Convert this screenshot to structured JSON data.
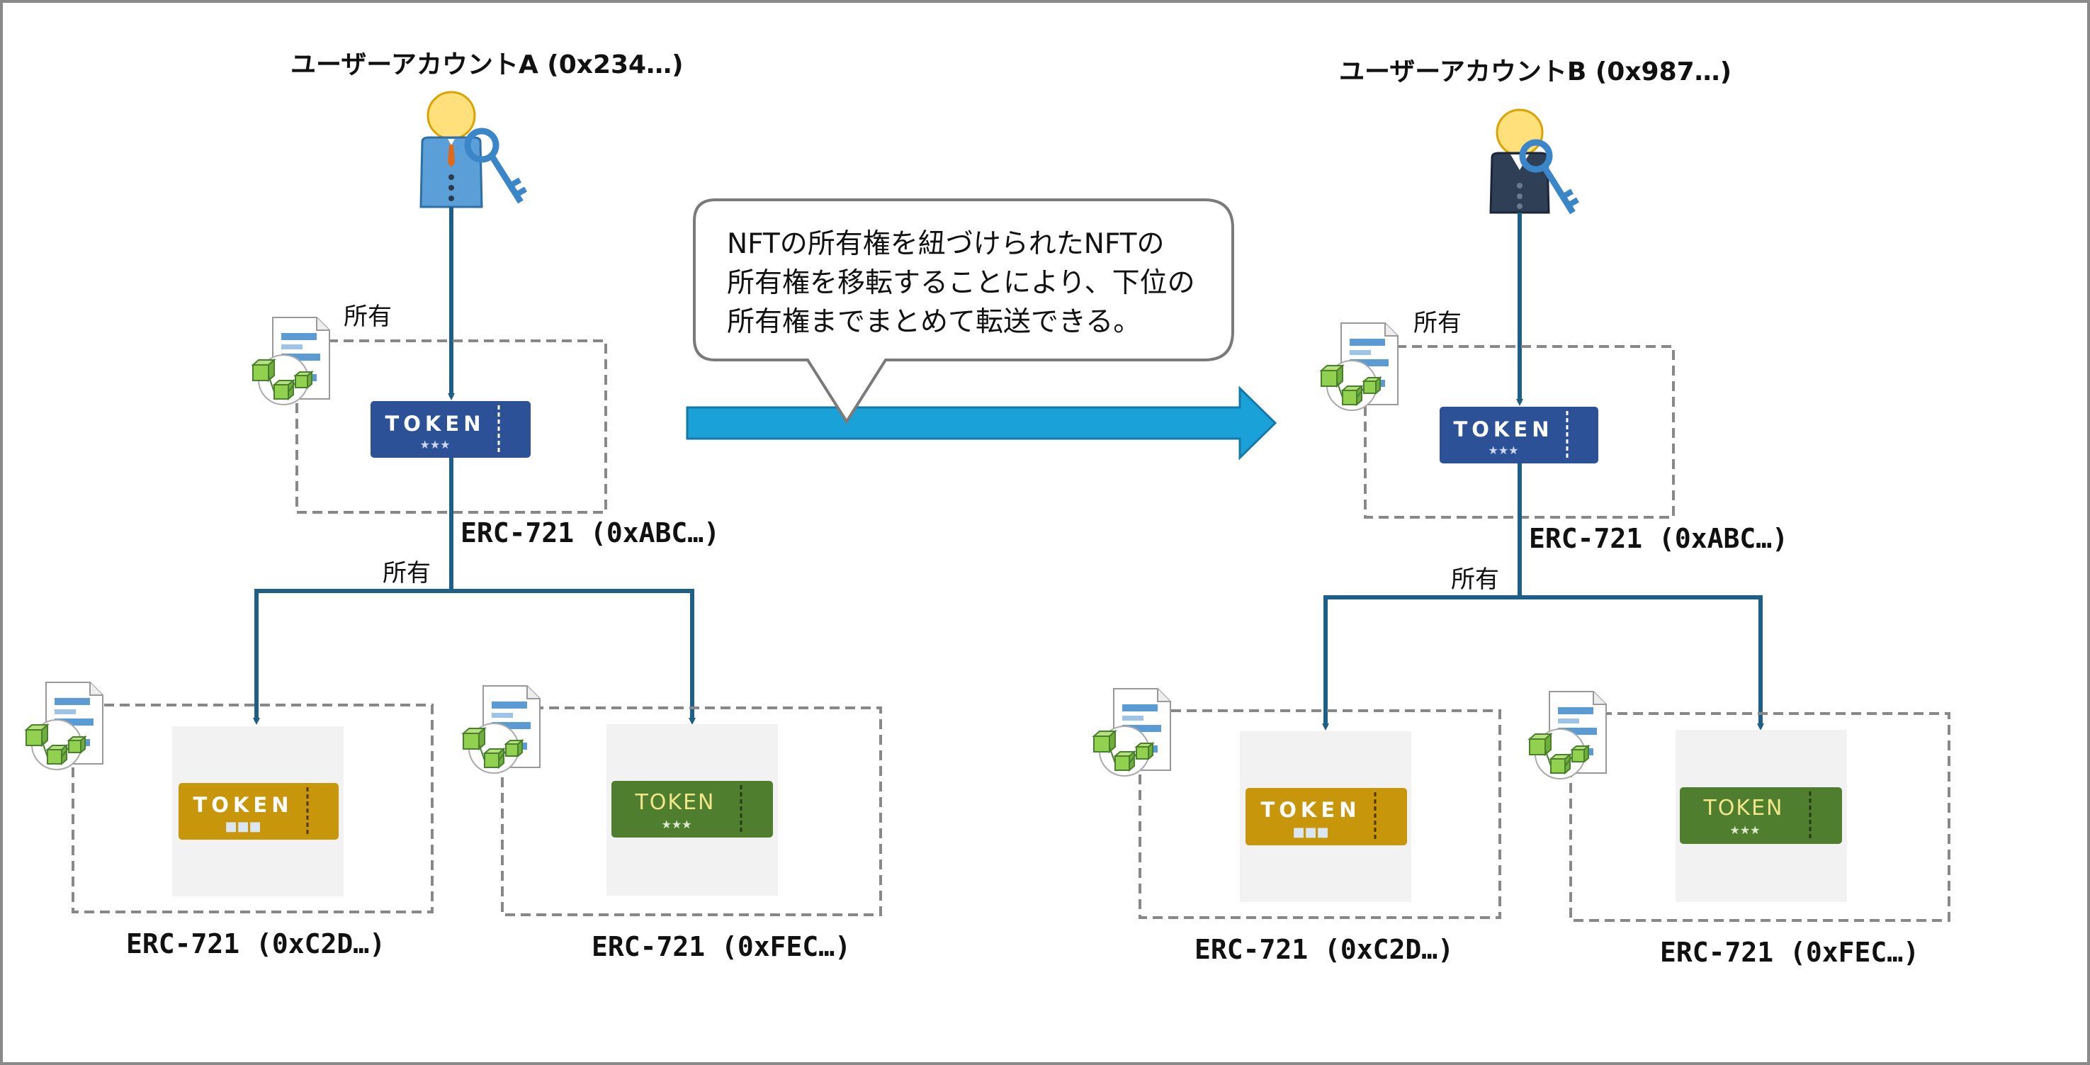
{
  "colors": {
    "connector": "#1d5f87",
    "box_border": "#888888",
    "token_blue": "#2d5196",
    "token_gold": "#c8960a",
    "token_green": "#4f7f2e",
    "arrow": "#1aa2d8",
    "callout_border": "#7a7a7a",
    "doc_bar": "#5b9bd5",
    "cube": "#92d050"
  },
  "users": {
    "a": {
      "label": "ユーザーアカウントA (0x234…)"
    },
    "b": {
      "label": "ユーザーアカウントB (0x987…)"
    }
  },
  "labels": {
    "owned": "所有"
  },
  "tokens": {
    "text": "TOKEN",
    "stars": "★★★",
    "squares": "■■■"
  },
  "contracts": {
    "parent": "ERC-721 (0xABC…)",
    "child1": "ERC-721 (0xC2D…)",
    "child2": "ERC-721 (0xFEC…)"
  },
  "callout": {
    "lines": [
      "NFTの所有権を紐づけられたNFTの",
      "所有権を移転することにより、下位の",
      "所有権までまとめて転送できる。"
    ]
  },
  "icons": [
    "user-icon",
    "key-icon",
    "document-icon",
    "cube-icon",
    "arrow-right-icon"
  ]
}
